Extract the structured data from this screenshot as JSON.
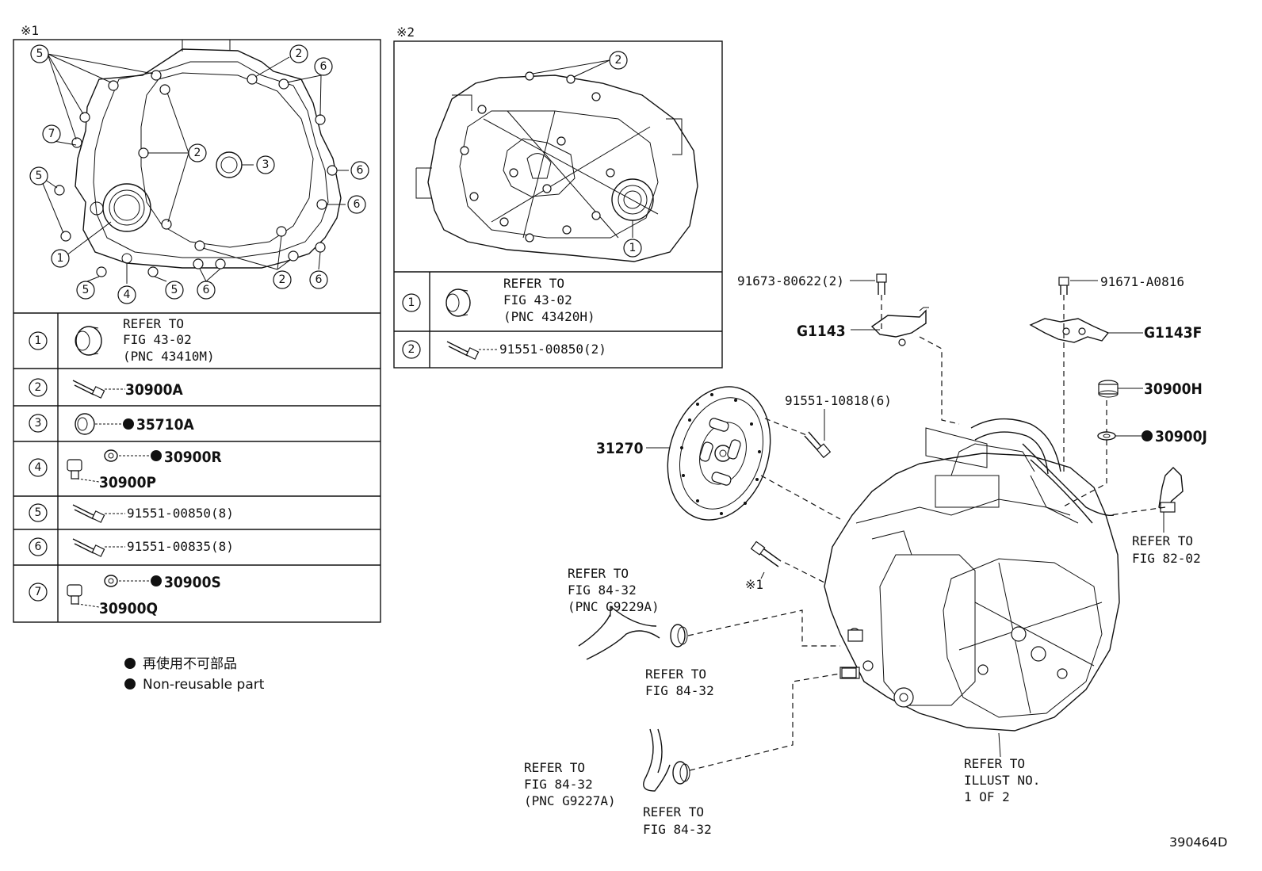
{
  "header": {
    "inset1_label": "※1",
    "inset2_label": "※2",
    "figure_code": "390464D"
  },
  "inset1": {
    "rows": [
      {
        "num": "1",
        "lines": [
          "REFER TO",
          "FIG 43-02",
          "(PNC 43410M)"
        ]
      },
      {
        "num": "2",
        "part": "30900A"
      },
      {
        "num": "3",
        "part": "35710A"
      },
      {
        "num": "4",
        "part_a": "30900R",
        "part_b": "30900P"
      },
      {
        "num": "5",
        "part": "91551-00850(8)"
      },
      {
        "num": "6",
        "part": "91551-00835(8)"
      },
      {
        "num": "7",
        "part_a": "30900S",
        "part_b": "30900Q"
      }
    ]
  },
  "inset2": {
    "rows": [
      {
        "num": "1",
        "lines": [
          "REFER TO",
          "FIG 43-02",
          "(PNC 43420H)"
        ]
      },
      {
        "num": "2",
        "part": "91551-00850(2)"
      }
    ]
  },
  "legend": {
    "jp": "再使用不可部品",
    "en": "Non-reusable part"
  },
  "callouts": {
    "bolt_top_left": "91673-80622(2)",
    "bracket_left": "G1143",
    "bolt_top_right": "91671-A0816",
    "bracket_right": "G1143F",
    "plug": "30900H",
    "gasket": "30900J",
    "disc_bolt": "91551-10818(6)",
    "clutch_disc": "31270",
    "star_ref": "※1",
    "refer_fig_82": [
      "REFER TO",
      "FIG 82-02"
    ],
    "refer_hose_upper": [
      "REFER TO",
      "FIG 84-32",
      "(PNC G9229A)"
    ],
    "refer_clamp_upper": [
      "REFER TO",
      "FIG 84-32"
    ],
    "refer_hose_lower": [
      "REFER TO",
      "FIG 84-32",
      "(PNC G9227A)"
    ],
    "refer_clamp_lower": [
      "REFER TO",
      "FIG 84-32"
    ],
    "refer_illust": [
      "REFER TO",
      "ILLUST NO.",
      "1 OF 2"
    ]
  }
}
